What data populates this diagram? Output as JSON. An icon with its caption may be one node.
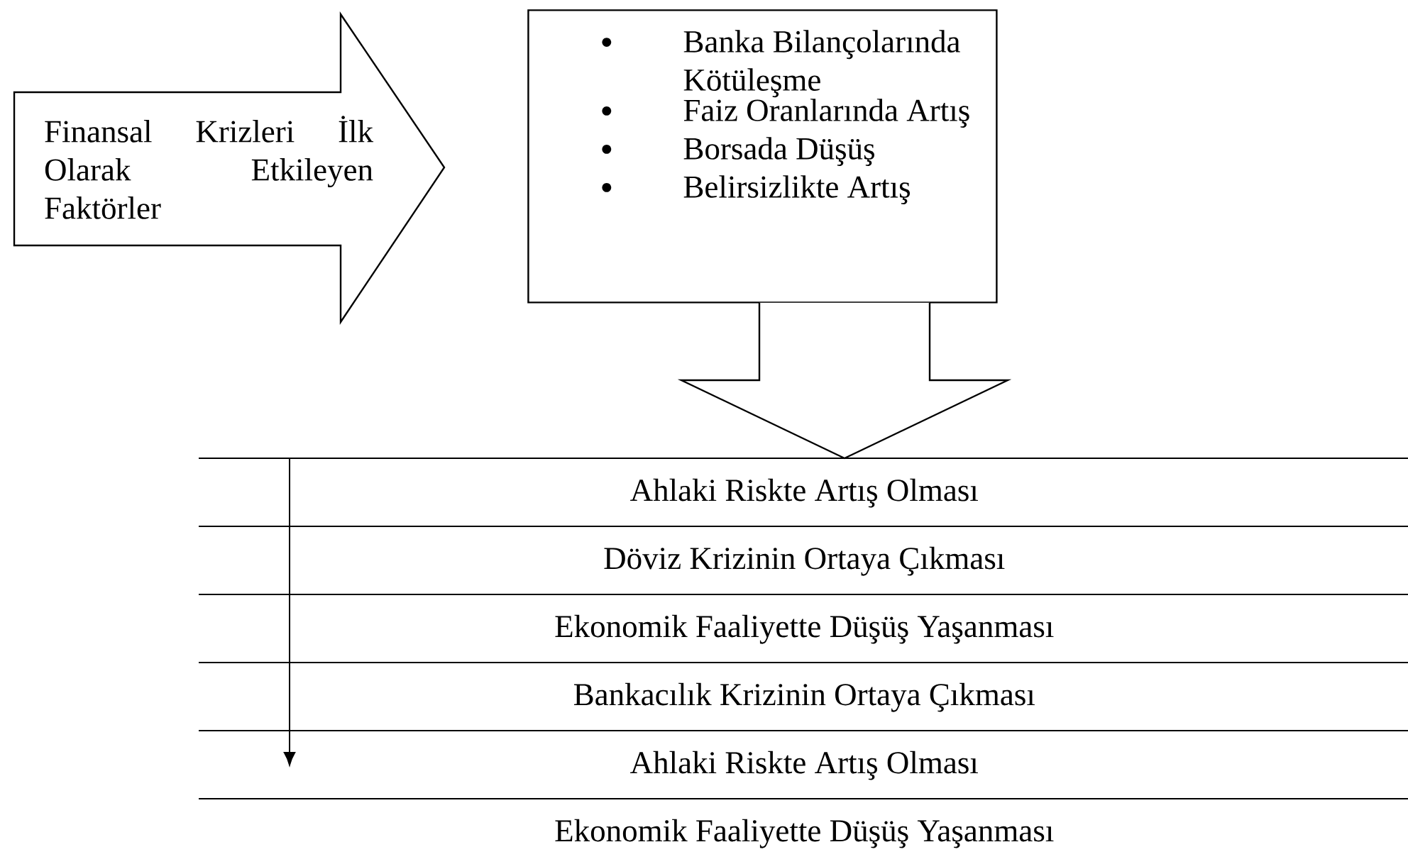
{
  "diagram": {
    "nodes": [
      {
        "text": [
          "Finansal Krizleri İlk Olarak Etkileyen Faktörler"
        ]
      },
      {
        "text": [
          "Banka Bilançolarında Kötüleşme",
          "Faiz Oranlarında Artış",
          "Borsada Düşüş",
          "Belirsizlikte Artış"
        ]
      },
      {
        "text": [
          "Ahlaki Riskte Artış Olması"
        ]
      },
      {
        "text": [
          "Döviz Krizinin Ortaya Çıkması"
        ]
      },
      {
        "text": [
          "Ekonomik Faaliyette Düşüş Yaşanması"
        ]
      },
      {
        "text": [
          "Bankacılık Krizinin Ortaya Çıkması"
        ]
      },
      {
        "text": [
          "Ahlaki Riskte Artış Olması"
        ]
      },
      {
        "text": [
          "Ekonomik Faaliyette Düşüş Yaşanması"
        ]
      }
    ],
    "edges": [
      {
        "from": 1,
        "to": 2,
        "arrow": "to"
      }
    ]
  }
}
